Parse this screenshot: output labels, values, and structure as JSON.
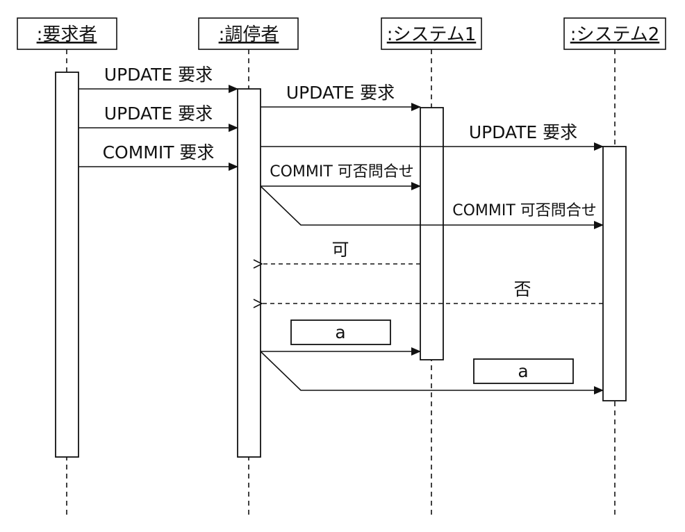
{
  "lifelines": [
    {
      "id": "requester",
      "label": ":要求者"
    },
    {
      "id": "coordinator",
      "label": ":調停者"
    },
    {
      "id": "system1",
      "label": ":システム1"
    },
    {
      "id": "system2",
      "label": ":システム2"
    }
  ],
  "messages": {
    "m1": "UPDATE 要求",
    "m2": "UPDATE 要求",
    "m3": "COMMIT 要求",
    "m4": "UPDATE 要求",
    "m5": "UPDATE 要求",
    "m6": "COMMIT 可否問合せ",
    "m7": "COMMIT 可否問合せ",
    "r1": "可",
    "r2": "否"
  },
  "blanks": {
    "b1": "a",
    "b2": "a"
  }
}
